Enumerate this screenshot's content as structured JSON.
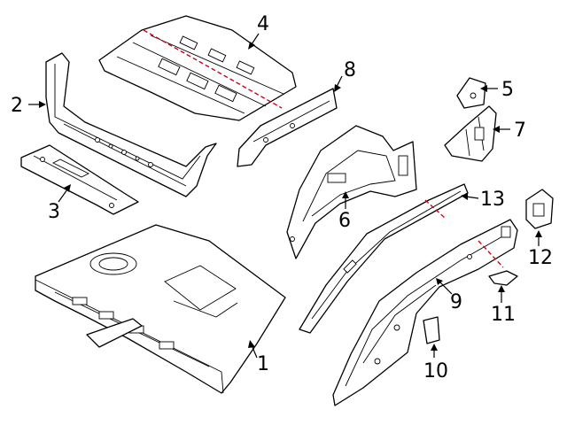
{
  "callouts": [
    {
      "id": "1",
      "label": "1"
    },
    {
      "id": "2",
      "label": "2"
    },
    {
      "id": "3",
      "label": "3"
    },
    {
      "id": "4",
      "label": "4"
    },
    {
      "id": "5",
      "label": "5"
    },
    {
      "id": "6",
      "label": "6"
    },
    {
      "id": "7",
      "label": "7"
    },
    {
      "id": "8",
      "label": "8"
    },
    {
      "id": "9",
      "label": "9"
    },
    {
      "id": "10",
      "label": "10"
    },
    {
      "id": "11",
      "label": "11"
    },
    {
      "id": "12",
      "label": "12"
    },
    {
      "id": "13",
      "label": "13"
    }
  ],
  "colors": {
    "line": "#000000",
    "background": "#ffffff",
    "cut_line": "#d0021b"
  }
}
